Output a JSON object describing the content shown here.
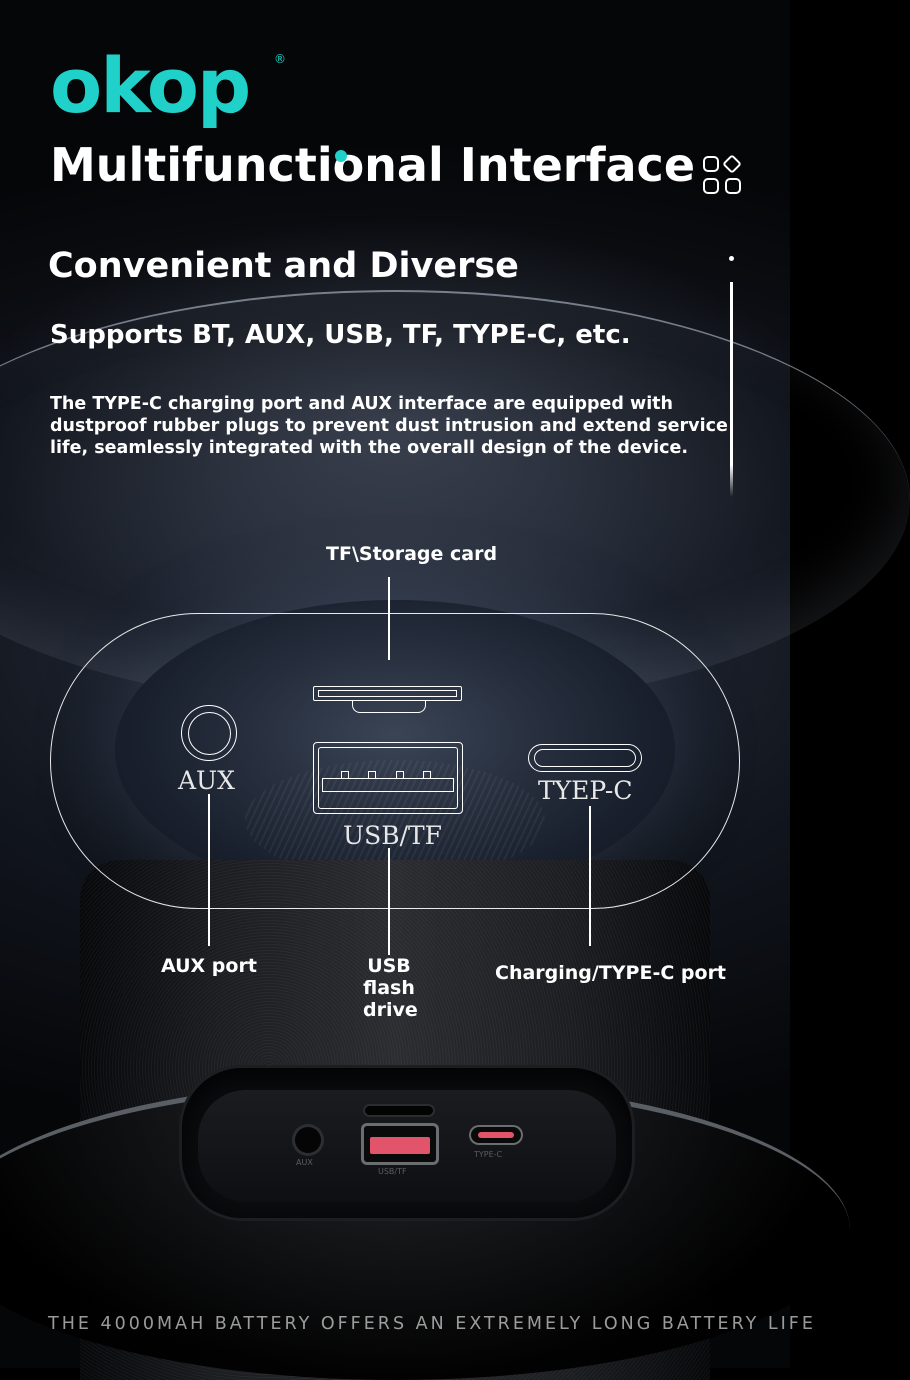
{
  "brand": {
    "logo": "okop",
    "registered": "®",
    "accent_color": "#1fd1c9"
  },
  "header": {
    "title": "Multifunctional Interface",
    "menu_icon": "grid-icon"
  },
  "content": {
    "subtitle": "Convenient and Diverse",
    "tagline": "Supports BT, AUX, USB, TF, TYPE-C, etc.",
    "description": "The TYPE-C charging port and AUX interface are equipped with dustproof rubber plugs to prevent dust intrusion and extend service life, seamlessly integrated with the overall design of the device."
  },
  "diagram": {
    "top_callout": "TF\\Storage card",
    "port_labels": {
      "aux": "AUX",
      "usb": "USB/TF",
      "typec": "TYEP-C"
    },
    "callouts": {
      "aux": "AUX port",
      "usb_line1": "USB",
      "usb_line2": "flash",
      "usb_line3": "drive",
      "typec": "Charging/TYPE-C port"
    }
  },
  "panel": {
    "aux": "AUX",
    "usb": "USB/TF",
    "typec": "TYPE-C",
    "highlight_color": "#e2546a"
  },
  "footer": {
    "text": "THE 4000MAH BATTERY OFFERS AN EXTREMELY LONG BATTERY LIFE"
  }
}
